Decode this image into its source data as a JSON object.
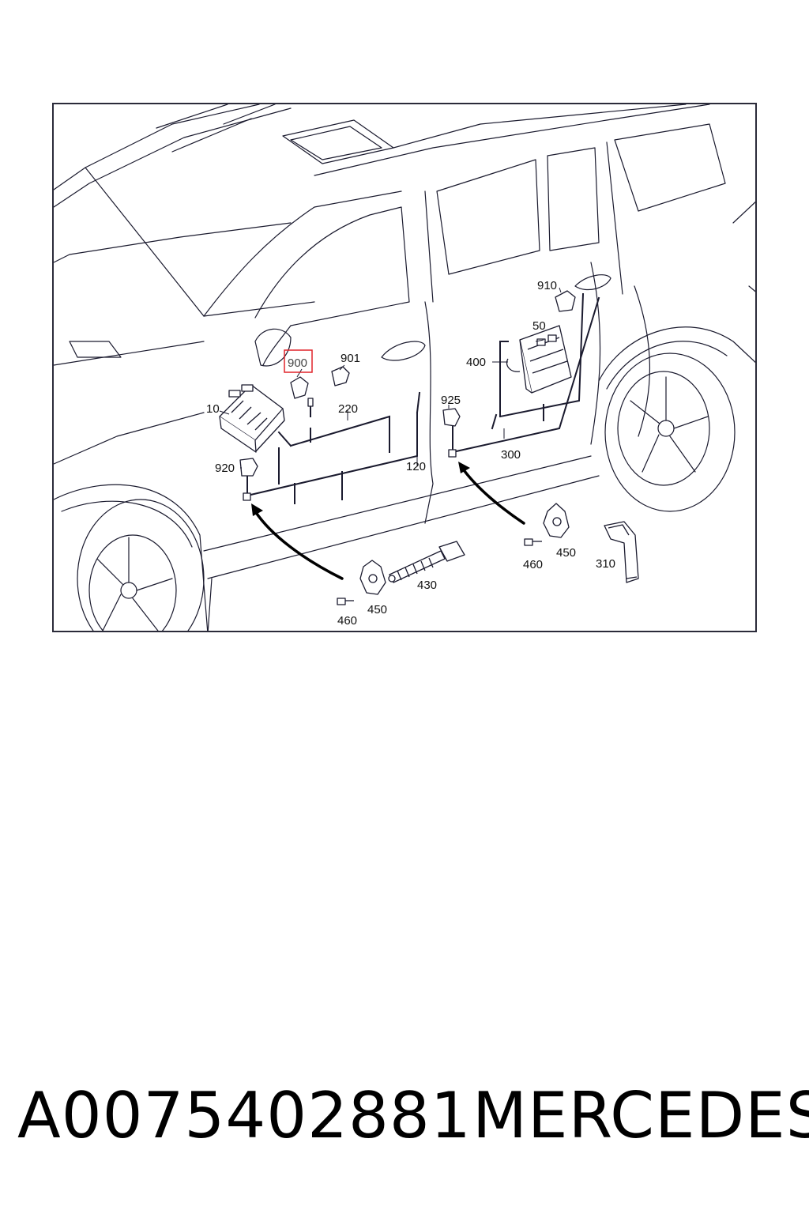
{
  "diagram": {
    "callouts": {
      "c10": "10",
      "c50": "50",
      "c120": "120",
      "c220": "220",
      "c300": "300",
      "c310": "310",
      "c400": "400",
      "c430": "430",
      "c450_front": "450",
      "c450_rear": "450",
      "c460_front": "460",
      "c460_rear": "460",
      "c900": "900",
      "c901": "901",
      "c910": "910",
      "c920": "920",
      "c925": "925"
    },
    "highlighted_callout": "900",
    "highlight_color": "#e0242a",
    "line_color": "#1a1a2e"
  },
  "footer": {
    "part_number": "A0075402881",
    "brand": "MERCEDES"
  }
}
